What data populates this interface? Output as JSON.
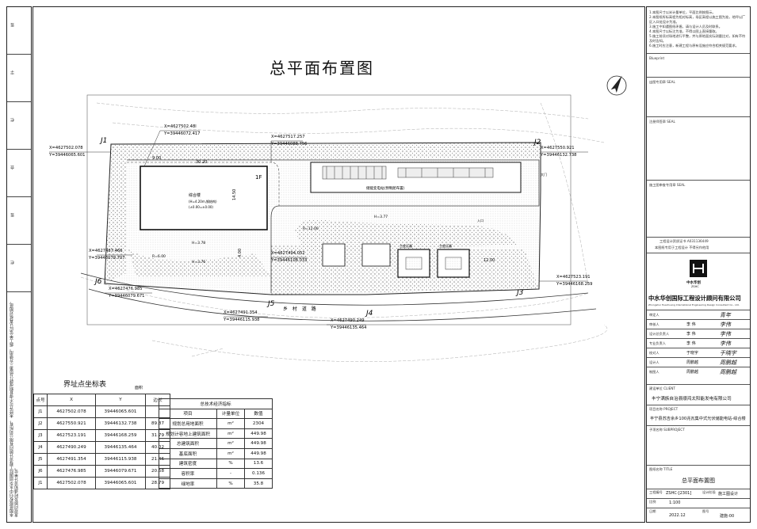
{
  "drawing": {
    "title": "总平面布置图",
    "boundary_points": [
      "J1",
      "J2",
      "J3",
      "J4",
      "J5",
      "J6"
    ],
    "coords": [
      {
        "x": "X=4627502.48l",
        "y": "Y=39446072.417"
      },
      {
        "x": "X=4627517.257",
        "y": "Y=39446088.756"
      },
      {
        "x": "X=4627502.078",
        "y": "Y=39446065.601"
      },
      {
        "x": "X=4627550.921",
        "y": "Y=39446132.738"
      },
      {
        "x": "X=4627523.191",
        "y": "Y=39446168.259"
      },
      {
        "x": "X=4627494.052",
        "y": "Y=39446108.033"
      },
      {
        "x": "X=4627490.249",
        "y": "Y=39446135.464"
      },
      {
        "x": "X=4627491.354",
        "y": "Y=39446115.938"
      },
      {
        "x": "X=4627476.985",
        "y": "Y=39446079.671"
      },
      {
        "x": "X=4627487.466",
        "y": "Y=39446079.707"
      }
    ],
    "labels": {
      "building_1f": "1F",
      "building_name": "综合楼",
      "building_note1": "(H=4.20m,钢结构)",
      "building_note2": "(±0.00=±0.00)",
      "dim_30_20": "30.20",
      "dim_14_50": "14.50",
      "dim_9_00": "9.00",
      "dim_12_00": "12.00",
      "dim_4_00": "4.00",
      "equip_yard": "储能变电站(预制舱布置)",
      "road": "乡 村 道 路",
      "r_6": "R=6.00",
      "r_12": "R=12.00",
      "h_378": "H=3.78",
      "h_376": "H=3.76",
      "h_377": "H=3.77",
      "box_a": "主变压器",
      "box_b": "主变压器",
      "entry": "入口",
      "gate": "大门",
      "north_seal": "北"
    }
  },
  "coord_table": {
    "title": "界址点坐标表",
    "headers": [
      "点号",
      "X",
      "Y",
      "边长"
    ],
    "rows": [
      [
        "J1",
        "4627502.078",
        "39446065.601",
        ""
      ],
      [
        "J2",
        "4627550.921",
        "39446132.738",
        "89.87"
      ],
      [
        "J3",
        "4627523.191",
        "39446168.259",
        "31.79"
      ],
      [
        "J4",
        "4627490.249",
        "39446135.464",
        "40.02"
      ],
      [
        "J5",
        "4627491.354",
        "39446115.938",
        "21.46"
      ],
      [
        "J6",
        "4627476.985",
        "39446079.671",
        "20.58"
      ],
      [
        "J1",
        "4627502.078",
        "39446065.601",
        "28.79"
      ]
    ],
    "extra": "面积"
  },
  "tech_table": {
    "title": "总技术经济指标",
    "headers": [
      "项目",
      "计量单位",
      "数值"
    ],
    "rows": [
      [
        "规划总用地面积",
        "m²",
        "2304"
      ],
      [
        "规划计容地上建筑面积",
        "m²",
        "449.98"
      ],
      [
        "总建筑面积",
        "m²",
        "449.98"
      ],
      [
        "基底面积",
        "m²",
        "449.98"
      ],
      [
        "建筑密度",
        "%",
        "13.6"
      ],
      [
        "容积率",
        "-",
        "0.136"
      ],
      [
        "绿地率",
        "%",
        "35.8"
      ]
    ]
  },
  "title_block": {
    "notes": [
      "1.本图尺寸以米计量单位，平面比例按图示。",
      "2.本图纸所标高程为相对标高，场区高程以施工图为准，地坪以厂区入口处设计为准。",
      "3.施工中如遇图纸矛盾，请与设计人员及时联系。",
      "4.本图尺寸以标注为准，不得以图上直接量取。",
      "5.施工前须对场地进行平整，并与原地面实际测量比对，如有不符及时告知。",
      "6.施工时应注意，新建工程与原有设施应符合相关规范要求。"
    ],
    "blueprint": "Blueprint",
    "seal1": "出图专用章 SEAL",
    "seal2": "注册师签章 SEAL",
    "seal3": "施工图审查专用章 SEAL",
    "cert1": "工程设计资质证书  A031136449",
    "cert2": "本图纸专用于工程设计    不得另作他用",
    "company_cn": "中水华创国际工程设计顾问有限公司",
    "company_en": "Zhongshui Huachuang International Engineering Design Consultant Co., Ltd.",
    "logo_text": "中水华创",
    "logo_sub": "ZSHC",
    "roles": [
      {
        "label": "审定人",
        "name": "",
        "sig": "青年"
      },
      {
        "label": "审核人",
        "name": "李 伟",
        "sig": "李伟"
      },
      {
        "label": "设计总负责人",
        "name": "李 伟",
        "sig": "李伟"
      },
      {
        "label": "专业负责人",
        "name": "李 伟",
        "sig": "李伟"
      },
      {
        "label": "校对人",
        "name": "于晓宇",
        "sig": "于晓宇"
      },
      {
        "label": "设计人",
        "name": "周鹏越",
        "sig": "周鹏越"
      },
      {
        "label": "制图人",
        "name": "周鹏越",
        "sig": "周鹏越"
      }
    ],
    "client_label": "建设单位 CLIENT",
    "client": "丰宁满族自治县顺鸿太阳能发电有限公司",
    "project_label": "项目名称 PROJECT",
    "project": "丰宁县苏吉余乡100兆瓦集中式光伏储能电站-综合楼",
    "subproject_label": "子项名称 SUBPROJECT",
    "drawing_title_label": "图纸名称 TITLE",
    "drawing_title": "总平面布置图",
    "drawing_no_label": "工程编号",
    "drawing_no": "ZSHC-[2301]",
    "stage_label": "设计阶段",
    "stage": "施工图设计",
    "scale_label": "比例",
    "scale": "1:100",
    "date_label": "日期",
    "date": "2022.12",
    "sheet_label": "图号",
    "sheet": "建施-00"
  },
  "left_strip": {
    "cells": [
      "签",
      "字",
      "栏",
      "会",
      "签",
      "栏"
    ],
    "long_note": "本图纸版权归中水华创国际工程设计顾问有限公司所有，未经许可不得复制或转让给第三方使用。施工单位应认真核对图纸，发现问题及时通知设计单位。"
  }
}
